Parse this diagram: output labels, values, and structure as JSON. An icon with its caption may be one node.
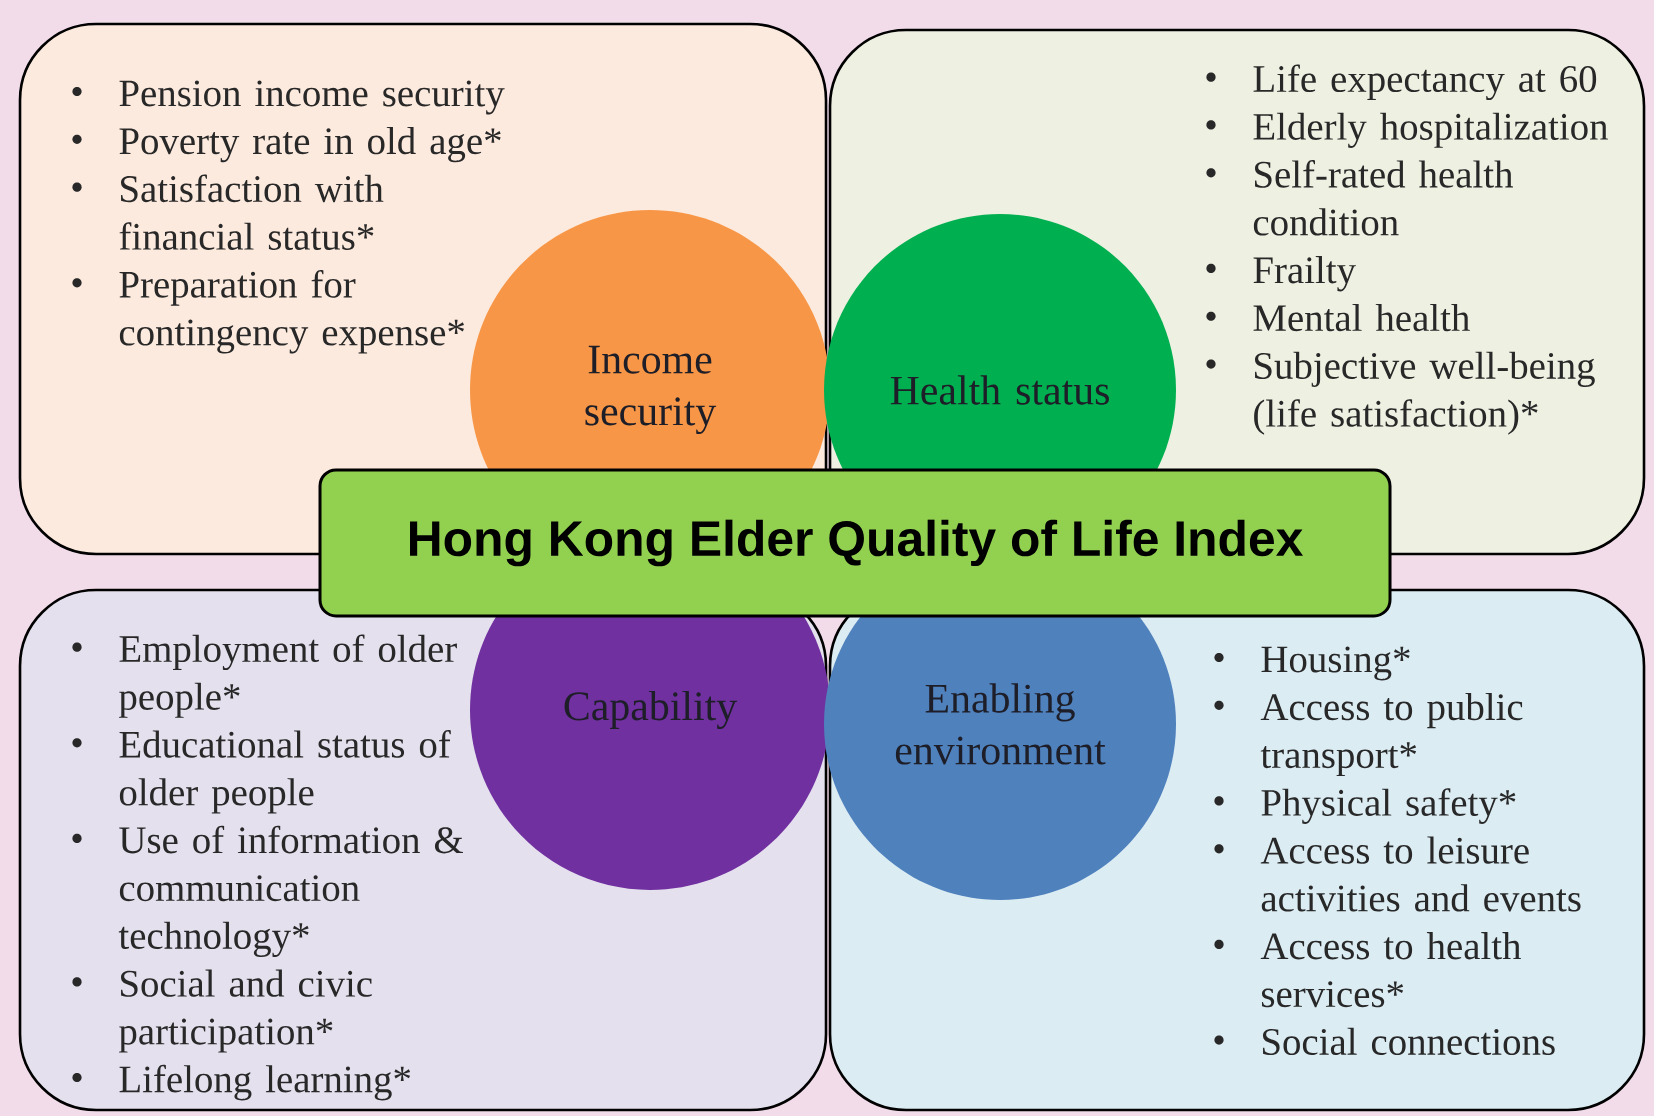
{
  "diagram": {
    "nodes": [
      {
        "text": [
          "Pension income security",
          "Poverty rate in old age*",
          "Satisfaction with financial status*",
          "Preparation for contingency expense*"
        ]
      },
      {
        "text": [
          "Income security"
        ],
        "in": 0
      },
      {
        "text": [
          "Life expectancy at 60",
          "Elderly hospitalization",
          "Self-rated health condition",
          "Frailty",
          "Mental health",
          "Subjective well-being (life satisfaction)*"
        ]
      },
      {
        "text": [
          "Health status"
        ],
        "in": 2
      },
      {
        "text": [
          "Hong Kong Elder Quality of Life Index"
        ]
      },
      {
        "text": [
          "Employment of older people*",
          "Educational status of older people",
          "Use of information & communication technology*",
          "Social and civic participation*",
          "Lifelong learning*"
        ]
      },
      {
        "text": [
          "Capability"
        ],
        "in": 5
      },
      {
        "text": [
          "Housing*",
          "Access to public transport*",
          "Physical safety*",
          "Access to leisure activities and events",
          "Access to health services*",
          "Social connections"
        ]
      },
      {
        "text": [
          "Enabling environment"
        ],
        "in": 7
      }
    ],
    "edges": []
  }
}
